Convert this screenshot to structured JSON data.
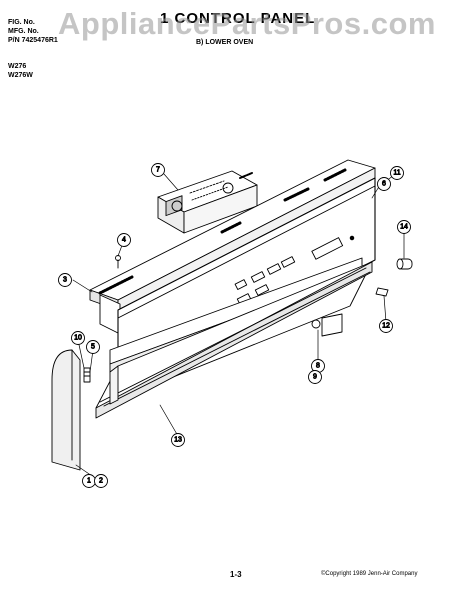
{
  "header": {
    "fig_label": "FIG. No.",
    "mfg_label": "MFG. No.",
    "pn": "P/N 7425476R1",
    "title": "1 CONTROL PANEL",
    "subtitle": "B) LOWER OVEN",
    "watermark": "AppliancePartsPros.com"
  },
  "models": [
    "W276",
    "W276W"
  ],
  "callouts": [
    "1",
    "2",
    "3",
    "4",
    "5",
    "6",
    "7",
    "8",
    "9",
    "10",
    "11",
    "12",
    "13",
    "14"
  ],
  "footer": {
    "page": "1-3",
    "copyright": "©Copyright 1989 Jenn-Air Company"
  }
}
